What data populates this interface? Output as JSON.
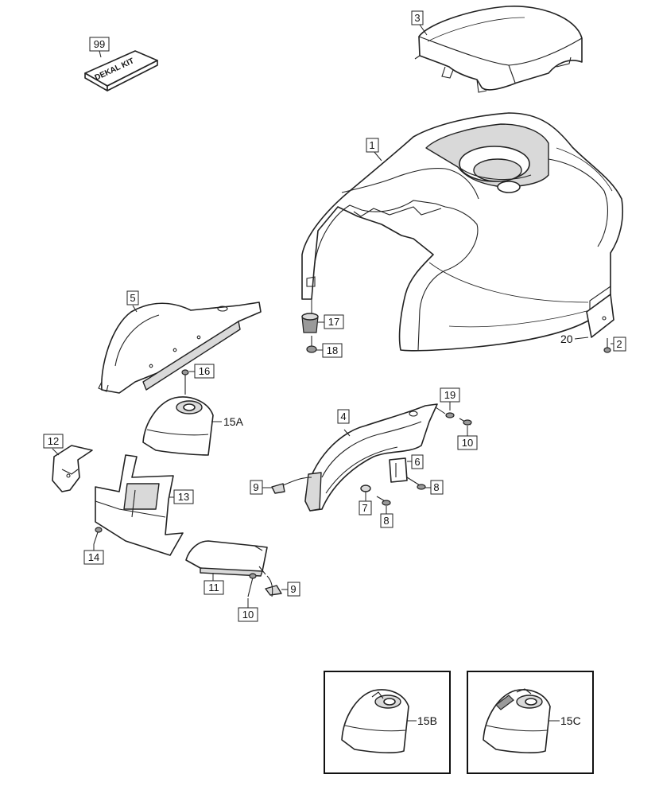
{
  "diagram": {
    "callouts": {
      "p99": "99",
      "p3": "3",
      "p1": "1",
      "p5": "5",
      "p17": "17",
      "p18": "18",
      "p20": "20",
      "p2": "2",
      "p16": "16",
      "p15a": "15A",
      "p4": "4",
      "p19": "19",
      "p10a": "10",
      "p12": "12",
      "p13": "13",
      "p6": "6",
      "p9a": "9",
      "p8a": "8",
      "p7": "7",
      "p8b": "8",
      "p14": "14",
      "p11": "11",
      "p9b": "9",
      "p10b": "10",
      "p15b": "15B",
      "p15c": "15C"
    },
    "decal_kit_text": "DEKAL KIT"
  }
}
